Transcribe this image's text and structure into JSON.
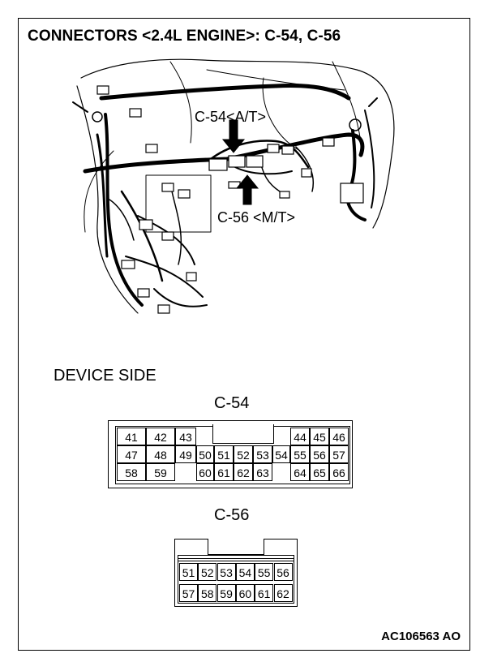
{
  "title": "CONNECTORS <2.4L ENGINE>: C-54, C-56",
  "callouts": {
    "c54": "C-54<A/T>",
    "c56": "C-56 <M/T>"
  },
  "device_side": "DEVICE SIDE",
  "connector_c54": {
    "label": "C-54",
    "rows": [
      [
        "41",
        "42",
        "43",
        "",
        "",
        "",
        "",
        "",
        "44",
        "45",
        "46"
      ],
      [
        "47",
        "48",
        "49",
        "50",
        "51",
        "52",
        "53",
        "54",
        "55",
        "56",
        "57"
      ],
      [
        "58",
        "59",
        "",
        "60",
        "61",
        "62",
        "63",
        "",
        "64",
        "65",
        "66"
      ]
    ]
  },
  "connector_c56": {
    "label": "C-56",
    "rows": [
      [
        "51",
        "52",
        "53",
        "54",
        "55",
        "56"
      ],
      [
        "57",
        "58",
        "59",
        "60",
        "61",
        "62"
      ]
    ]
  },
  "code": "AC106563 AO"
}
